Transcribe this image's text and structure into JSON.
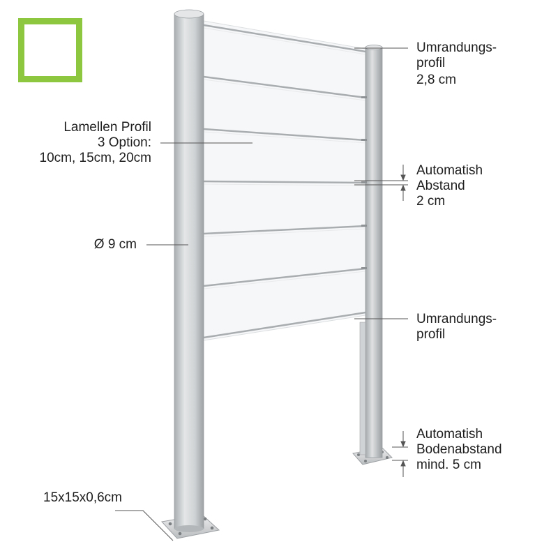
{
  "logo": {
    "color": "#8dc63f",
    "icon": "green-square-frame-logo"
  },
  "colors": {
    "post": "#c9ccce",
    "rail": "#bfc3c6",
    "leader": "#555555"
  },
  "labels": {
    "top_profile": {
      "line1": "Umrandungs-",
      "line2": "profil",
      "line3": "2,8 cm"
    },
    "spacing": {
      "line1": "Automatish",
      "line2": "Abstand",
      "line3": "2 cm"
    },
    "bottom_profile": {
      "line1": "Umrandungs-",
      "line2": "profil"
    },
    "ground": {
      "line1": "Automatish",
      "line2": "Bodenabstand",
      "line3": "mind. 5 cm"
    },
    "slats": {
      "line1": "Lamellen Profil",
      "line2": "3 Option:",
      "line3": "10cm, 15cm, 20cm"
    },
    "diameter": {
      "line1": "Ø 9 cm"
    },
    "base_plate": {
      "line1": "15x15x0,6cm"
    }
  }
}
